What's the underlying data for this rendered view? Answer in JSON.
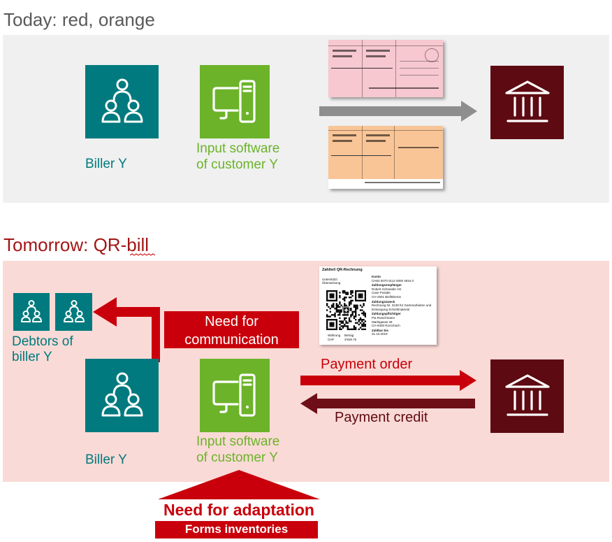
{
  "today": {
    "heading": "Today: red, orange",
    "biller_label": "Biller Y",
    "software_label": [
      "Input software",
      "of customer Y"
    ]
  },
  "tomorrow": {
    "heading": "Tomorrow: QR-bill",
    "debtors_label": [
      "Debtors of",
      "biller Y"
    ],
    "biller_label": "Biller Y",
    "software_label": [
      "Input software",
      "of customer Y"
    ],
    "need_communication": [
      "Need for",
      "communication"
    ],
    "payment_order": "Payment order",
    "payment_credit": "Payment credit",
    "need_adaptation": "Need for adaptation",
    "forms_inventories": "Forms inventories"
  },
  "qr_bill": {
    "title": "Zahlteil QR-Rechnung",
    "left_caption": [
      "Unterstützt",
      "Überweisung"
    ],
    "konto_label": "Konto",
    "konto_value": "CH63 0070 0114 0000 4816 0",
    "creditor_label": "Zahlungsempfänger",
    "creditor_lines": [
      "Robert Schneider AG",
      "Case Postale",
      "CH-2501 Biel/Bienne"
    ],
    "info_label": "Zahlungszweck",
    "info_lines": [
      "Rechnung Nr. 3139 für Gartenarbeiten und",
      "Entsorgung Schnittmaterial"
    ],
    "debtor_label": "Zahlungspflichtiger",
    "debtor_lines": [
      "Pia Rutschmann",
      "Marktgasse 28",
      "CH-9400 Rorschach"
    ],
    "due_label": "Zahlbar bis",
    "due_value": "31.10.2019",
    "currency_label": "Währung",
    "currency_value": "CHF",
    "amount_label": "Betrag",
    "amount_value": "3'949.75"
  },
  "colors": {
    "teal": "#007a7e",
    "green": "#6cb32a",
    "bank": "#5e0a12",
    "red": "#c9000b",
    "dark_red": "#7a0e16",
    "gray_panel": "#f0f0f0",
    "pink_panel": "#fadad6",
    "arrow_gray": "#8e8e8e",
    "heading_gray": "#595959",
    "heading_red": "#a31515"
  },
  "icons": [
    "people-group-icon",
    "computer-icon",
    "bank-icon"
  ]
}
